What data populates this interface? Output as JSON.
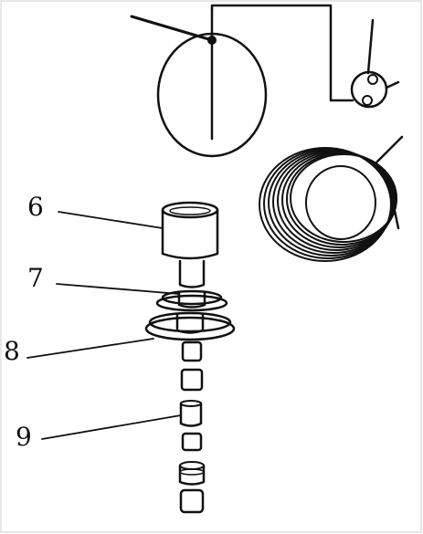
{
  "diagram": {
    "ink_color": "#111111",
    "background": "#ffffff",
    "callouts": [
      {
        "id": "label-6",
        "text": "6"
      },
      {
        "id": "label-7",
        "text": "7"
      },
      {
        "id": "label-8",
        "text": "8"
      },
      {
        "id": "label-9",
        "text": "9"
      }
    ],
    "parts": [
      "rotor-disc",
      "wiring-circuit",
      "coupling-socket",
      "coil-spring",
      "cylindrical-sleeve",
      "shaft-journal",
      "collar",
      "pulley-flange",
      "shaft-segments"
    ]
  }
}
